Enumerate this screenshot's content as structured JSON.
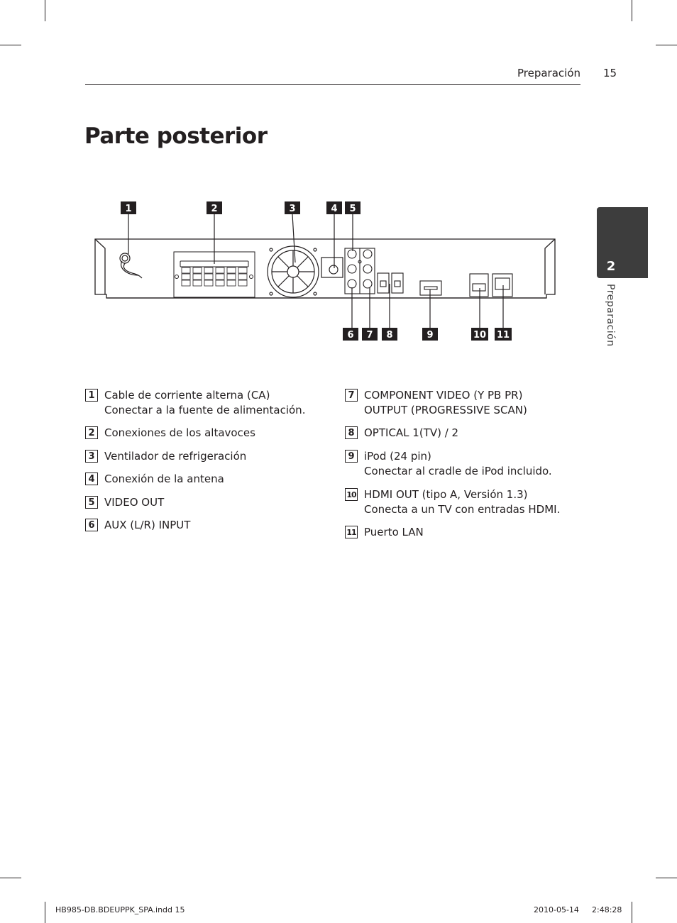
{
  "header": {
    "section": "Preparación",
    "page": "15"
  },
  "title": "Parte posterior",
  "tab": {
    "number": "2",
    "label": "Preparación"
  },
  "diagram_labels": [
    "1",
    "2",
    "3",
    "4",
    "5",
    "6",
    "7",
    "8",
    "9",
    "10",
    "11"
  ],
  "left_items": [
    {
      "num": "1",
      "line1": "Cable de corriente alterna (CA)",
      "line2": "Conectar a la fuente de alimentación."
    },
    {
      "num": "2",
      "line1": "Conexiones de los altavoces",
      "line2": ""
    },
    {
      "num": "3",
      "line1": "Ventilador de refrigeración",
      "line2": ""
    },
    {
      "num": "4",
      "line1": "Conexión de la antena",
      "line2": ""
    },
    {
      "num": "5",
      "line1": "VIDEO OUT",
      "line2": ""
    },
    {
      "num": "6",
      "line1": "AUX (L/R) INPUT",
      "line2": ""
    }
  ],
  "right_items": [
    {
      "num": "7",
      "line1": "COMPONENT VIDEO (Y PB PR)",
      "line2": "OUTPUT (PROGRESSIVE SCAN)"
    },
    {
      "num": "8",
      "line1": "OPTICAL 1(TV) / 2",
      "line2": ""
    },
    {
      "num": "9",
      "line1": "iPod (24 pin)",
      "line2": "Conectar al cradle de iPod incluido."
    },
    {
      "num": "10",
      "line1": "HDMI OUT (tipo A, Versión 1.3)",
      "line2": "Conecta a un TV con entradas HDMI."
    },
    {
      "num": "11",
      "line1": "Puerto LAN",
      "line2": ""
    }
  ],
  "footer": {
    "file": "HB985-DB.BDEUPPK_SPA.indd   15",
    "date": "2010-05-14",
    "time": "2:48:28"
  }
}
